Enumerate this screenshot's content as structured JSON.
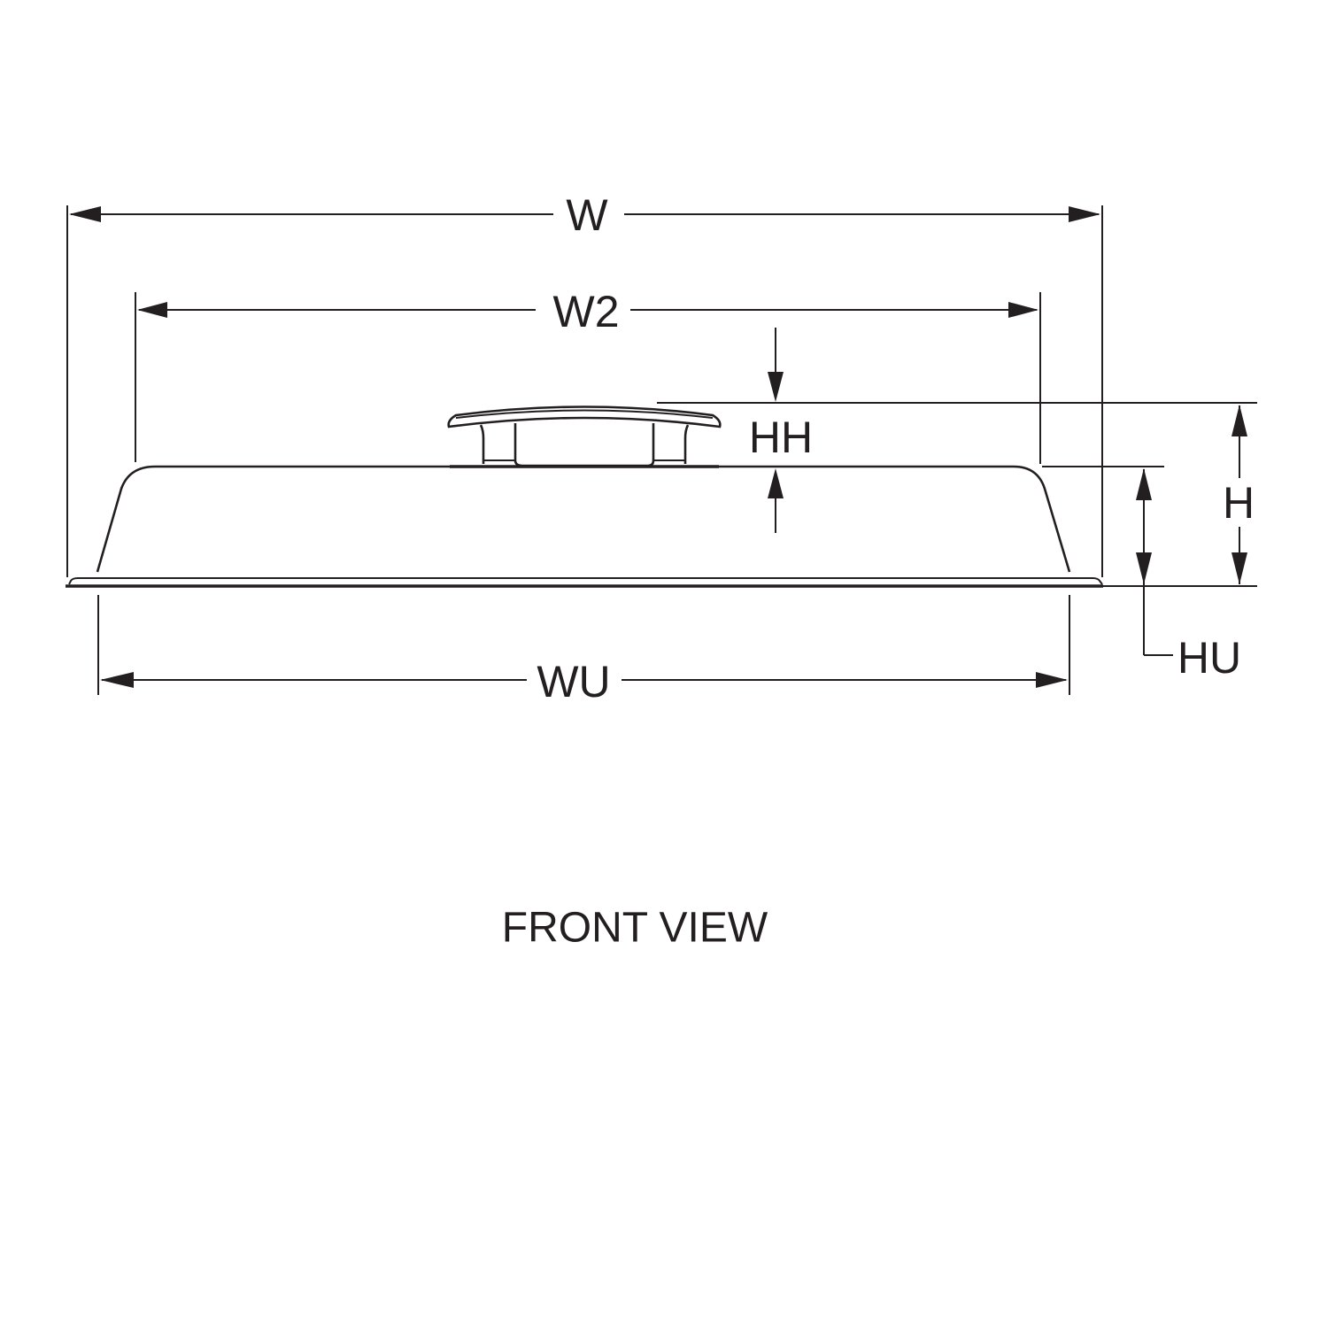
{
  "diagram": {
    "view_title": "FRONT VIEW",
    "dimensions": {
      "overall_width": "W",
      "top_width": "W2",
      "handle_height": "HH",
      "overall_height": "H",
      "body_height": "HU",
      "base_width": "WU"
    },
    "line_color": "#231f20"
  }
}
